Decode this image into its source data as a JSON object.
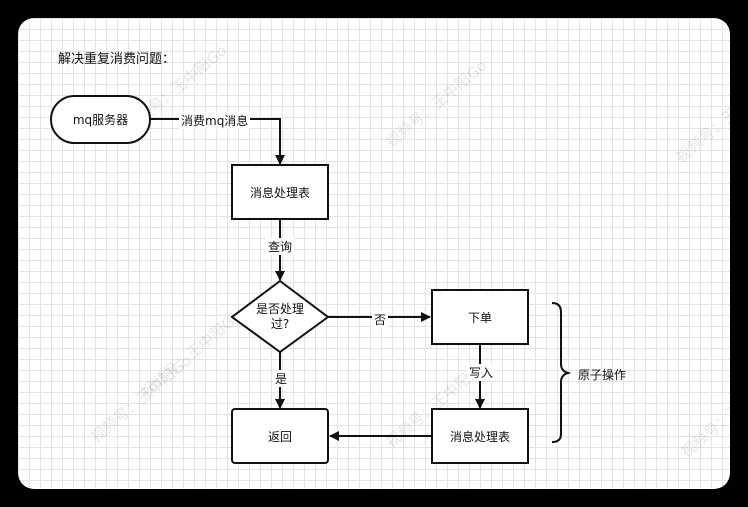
{
  "title": "解决重复消费问题：",
  "nodes": {
    "server": "mq服务器",
    "table_top": "消息处理表",
    "decision": [
      "是否处理",
      "过?"
    ],
    "order": "下单",
    "table_bottom": "消息处理表",
    "return": "返回"
  },
  "edges": {
    "consume": "消费mq消息",
    "query": "查询",
    "no": "否",
    "yes": "是",
    "write": "写入"
  },
  "brace_label": "原子操作",
  "watermarks": [
    "视频号：王中阳Go",
    "视频号：王中阳Go",
    "视频号：王中阳Go",
    "视频号：王中阳Go",
    "视频号：王中阳Go",
    "视频号：王中阳Go",
    "视频号：王中阳Go"
  ]
}
